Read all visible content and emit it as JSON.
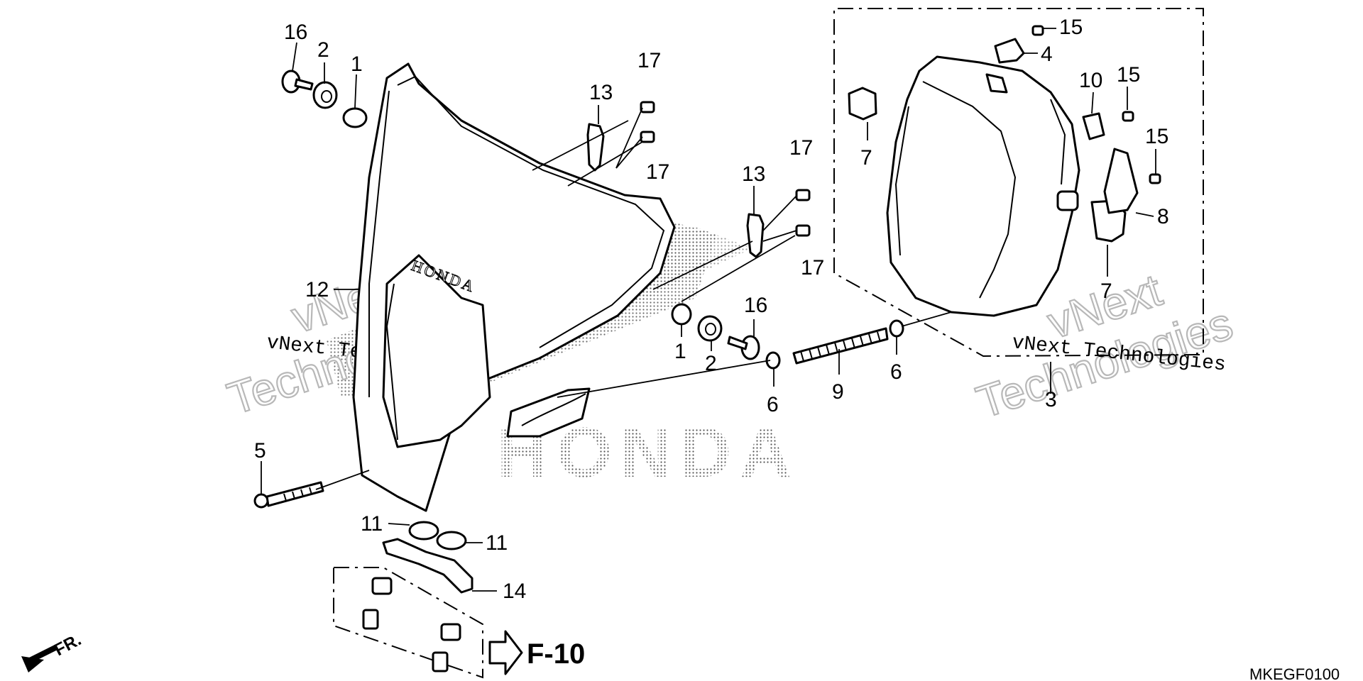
{
  "diagram": {
    "callouts": {
      "c16_top": "16",
      "c2_top": "2",
      "c1_top": "1",
      "c13_top": "13",
      "c17_a": "17",
      "c17_b": "17",
      "c13_mid": "13",
      "c17_c": "17",
      "c17_d": "17",
      "c12": "12",
      "c1_mid": "1",
      "c2_mid": "2",
      "c16_mid": "16",
      "c6_left": "6",
      "c9": "9",
      "c6_right": "6",
      "c5": "5",
      "c11_left": "11",
      "c11_right": "11",
      "c14": "14",
      "c15_a": "15",
      "c4": "4",
      "c10": "10",
      "c15_b": "15",
      "c15_c": "15",
      "c8": "8",
      "c7_left": "7",
      "c7_right": "7",
      "c3": "3"
    },
    "emblem_text": "HONDA",
    "ghost_brand": "HONDA",
    "reference_label": "F-10",
    "front_label": "FR.",
    "diagram_code": "MKEGF0100",
    "watermarks": {
      "left_small": "vNext Technologies",
      "left_big_1": "vNext",
      "left_big_2": "Technologies",
      "right_small": "vNext Technologies",
      "right_big_1": "vNext",
      "right_big_2": "Technologies"
    }
  }
}
